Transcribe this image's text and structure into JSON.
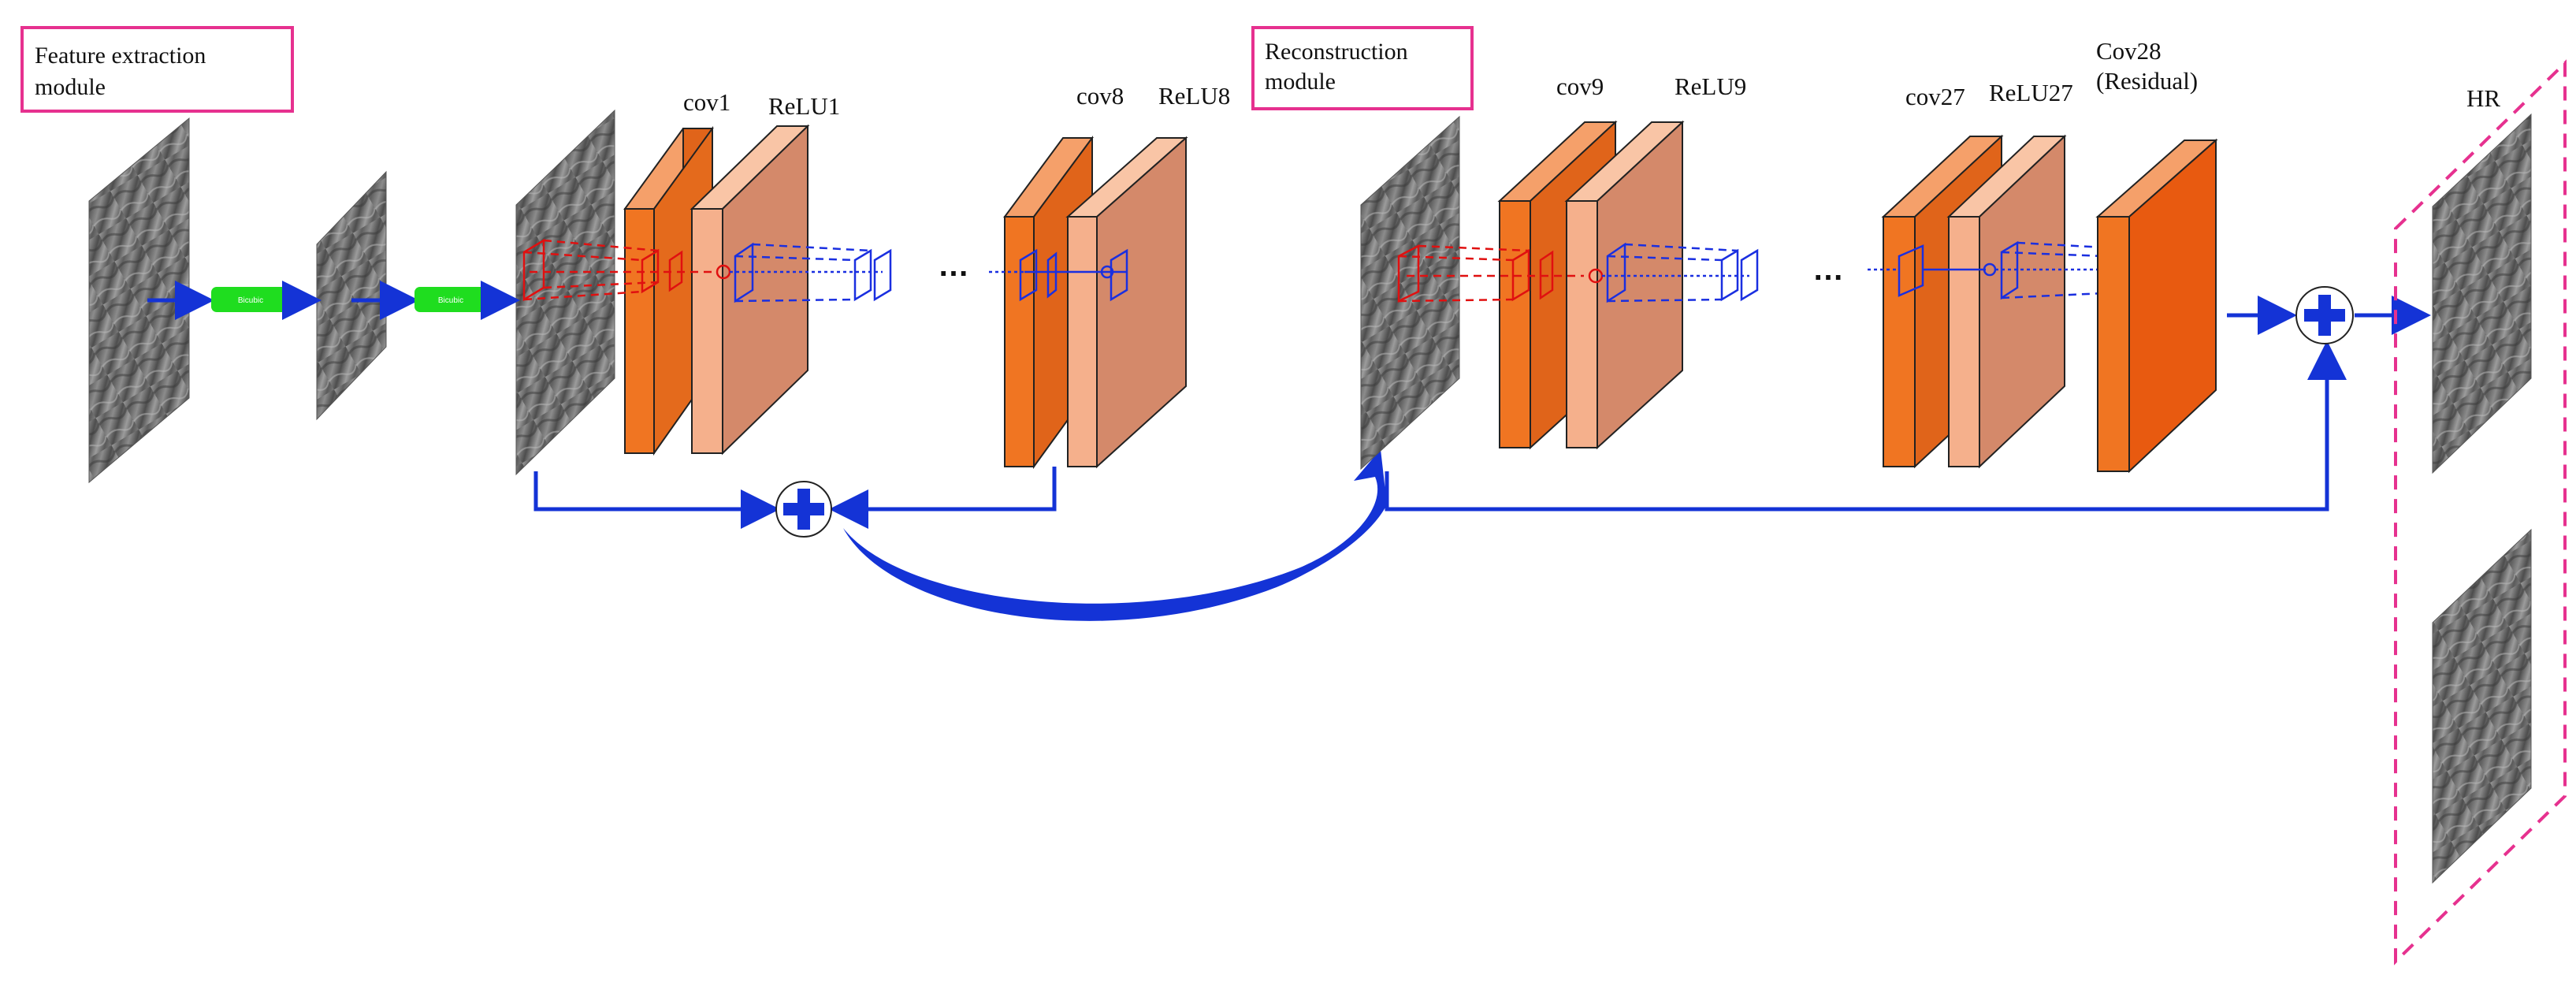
{
  "modules": {
    "feature_extraction": "Feature extraction\nmodule",
    "reconstruction": "Reconstruction\nmodule"
  },
  "blocks": {
    "block1": "Bicubic",
    "block2": "Bicubic"
  },
  "layers": {
    "cov1": "cov1",
    "relu1": "ReLU1",
    "cov8": "cov8",
    "relu8": "ReLU8",
    "cov9": "cov9",
    "relu9": "ReLU9",
    "cov27": "cov27",
    "relu27": "ReLU27",
    "cov28": "Cov28\n(Residual)"
  },
  "output_label": "HR",
  "ellipsis": "…",
  "colors": {
    "conv_front": "#f07522",
    "conv_side": "#e0641a",
    "relu_front": "#d4896a",
    "relu_side": "#f5b08c",
    "arrow": "#1433d6",
    "module_box": "#e6318f",
    "green_block": "#1fdd1f",
    "red_kernel": "#e01010",
    "blue_kernel": "#1a2fe0"
  }
}
